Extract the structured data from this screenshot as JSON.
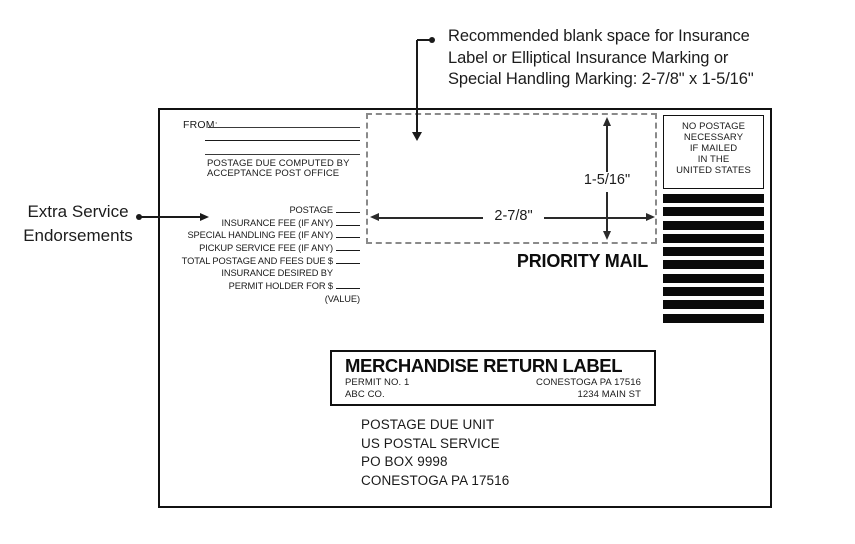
{
  "annotation": {
    "lines": [
      "Recommended blank space for Insurance",
      "Label or Elliptical Insurance Marking or",
      "Special Handling Marking: 2-7/8\" x 1-5/16\""
    ]
  },
  "extra_service": {
    "line1": "Extra Service",
    "line2": "Endorsements"
  },
  "envelope": {
    "from_label": "FROM:",
    "note_line1": "POSTAGE DUE COMPUTED BY",
    "note_line2": "ACCEPTANCE POST OFFICE",
    "fee_rows": [
      {
        "label": "POSTAGE",
        "has_blank": true
      },
      {
        "label": "INSURANCE FEE (IF ANY)",
        "has_blank": true
      },
      {
        "label": "SPECIAL HANDLING FEE (IF ANY)",
        "has_blank": true
      },
      {
        "label": "PICKUP SERVICE FEE (IF ANY)",
        "has_blank": true
      },
      {
        "label": "TOTAL POSTAGE AND FEES DUE $",
        "has_blank": true
      },
      {
        "label": "INSURANCE DESIRED BY",
        "has_blank": false
      },
      {
        "label": "PERMIT HOLDER FOR $",
        "has_blank": true
      },
      {
        "label": "(VALUE)",
        "has_blank": false
      }
    ],
    "dimensions": {
      "width_label": "2-7/8\"",
      "height_label": "1-5/16\""
    },
    "priority_mail": "PRIORITY MAIL",
    "no_postage": {
      "lines": [
        "NO POSTAGE",
        "NECESSARY",
        "IF MAILED",
        "IN THE",
        "UNITED STATES"
      ]
    },
    "bars_count": 10,
    "return_label": {
      "title": "MERCHANDISE RETURN LABEL",
      "permit_no": "PERMIT NO. 1",
      "company": "ABC CO.",
      "city_line": "CONESTOGA PA 17516",
      "street_line": "1234 MAIN ST"
    },
    "address_lines": [
      "POSTAGE DUE UNIT",
      "US POSTAL SERVICE",
      "PO BOX 9998",
      "CONESTOGA PA 17516"
    ]
  }
}
